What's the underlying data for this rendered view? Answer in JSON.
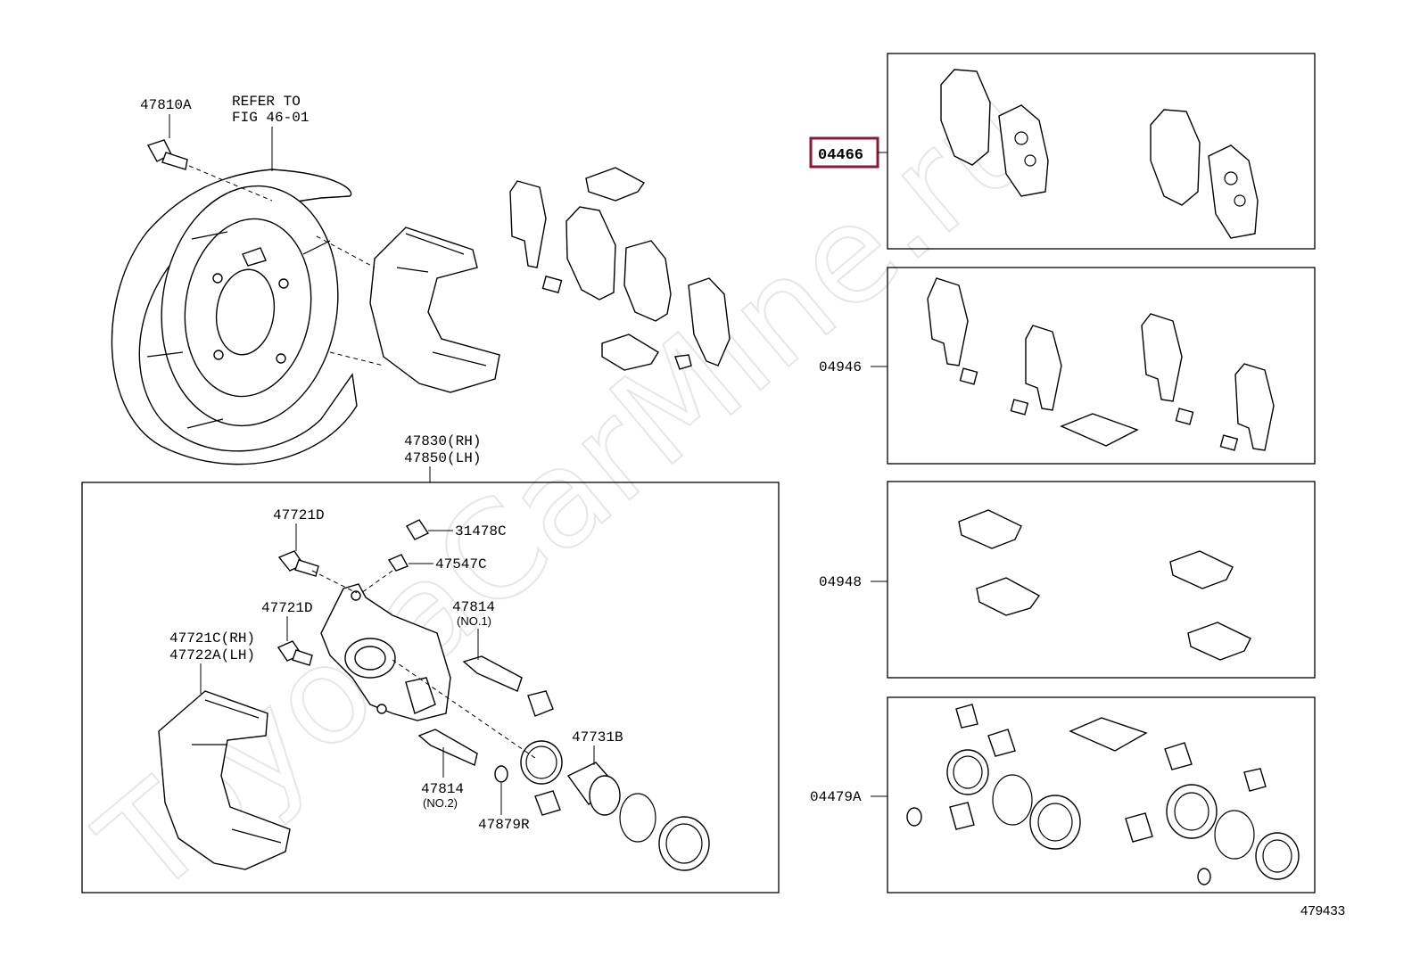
{
  "watermark": "ToyotaCarMine.ru",
  "refer_note": {
    "line1": "REFER TO",
    "line2": "FIG 46-01"
  },
  "labels": {
    "p47810A": "47810A",
    "p47830": "47830(RH)",
    "p47850": "47850(LH)",
    "p47721D_a": "47721D",
    "p31478C": "31478C",
    "p47547C": "47547C",
    "p47721D_b": "47721D",
    "p47814_a": "47814",
    "p47814_a_sub": "(NO.1)",
    "p47721C": "47721C(RH)",
    "p47722A": "47722A(LH)",
    "p47731B": "47731B",
    "p47814_b": "47814",
    "p47814_b_sub": "(NO.2)",
    "p47879R": "47879R",
    "k04466": "04466",
    "k04946": "04946",
    "k04948": "04948",
    "k04479A": "04479A"
  },
  "figure_number": "479433",
  "highlight_color": "#8a1a35"
}
